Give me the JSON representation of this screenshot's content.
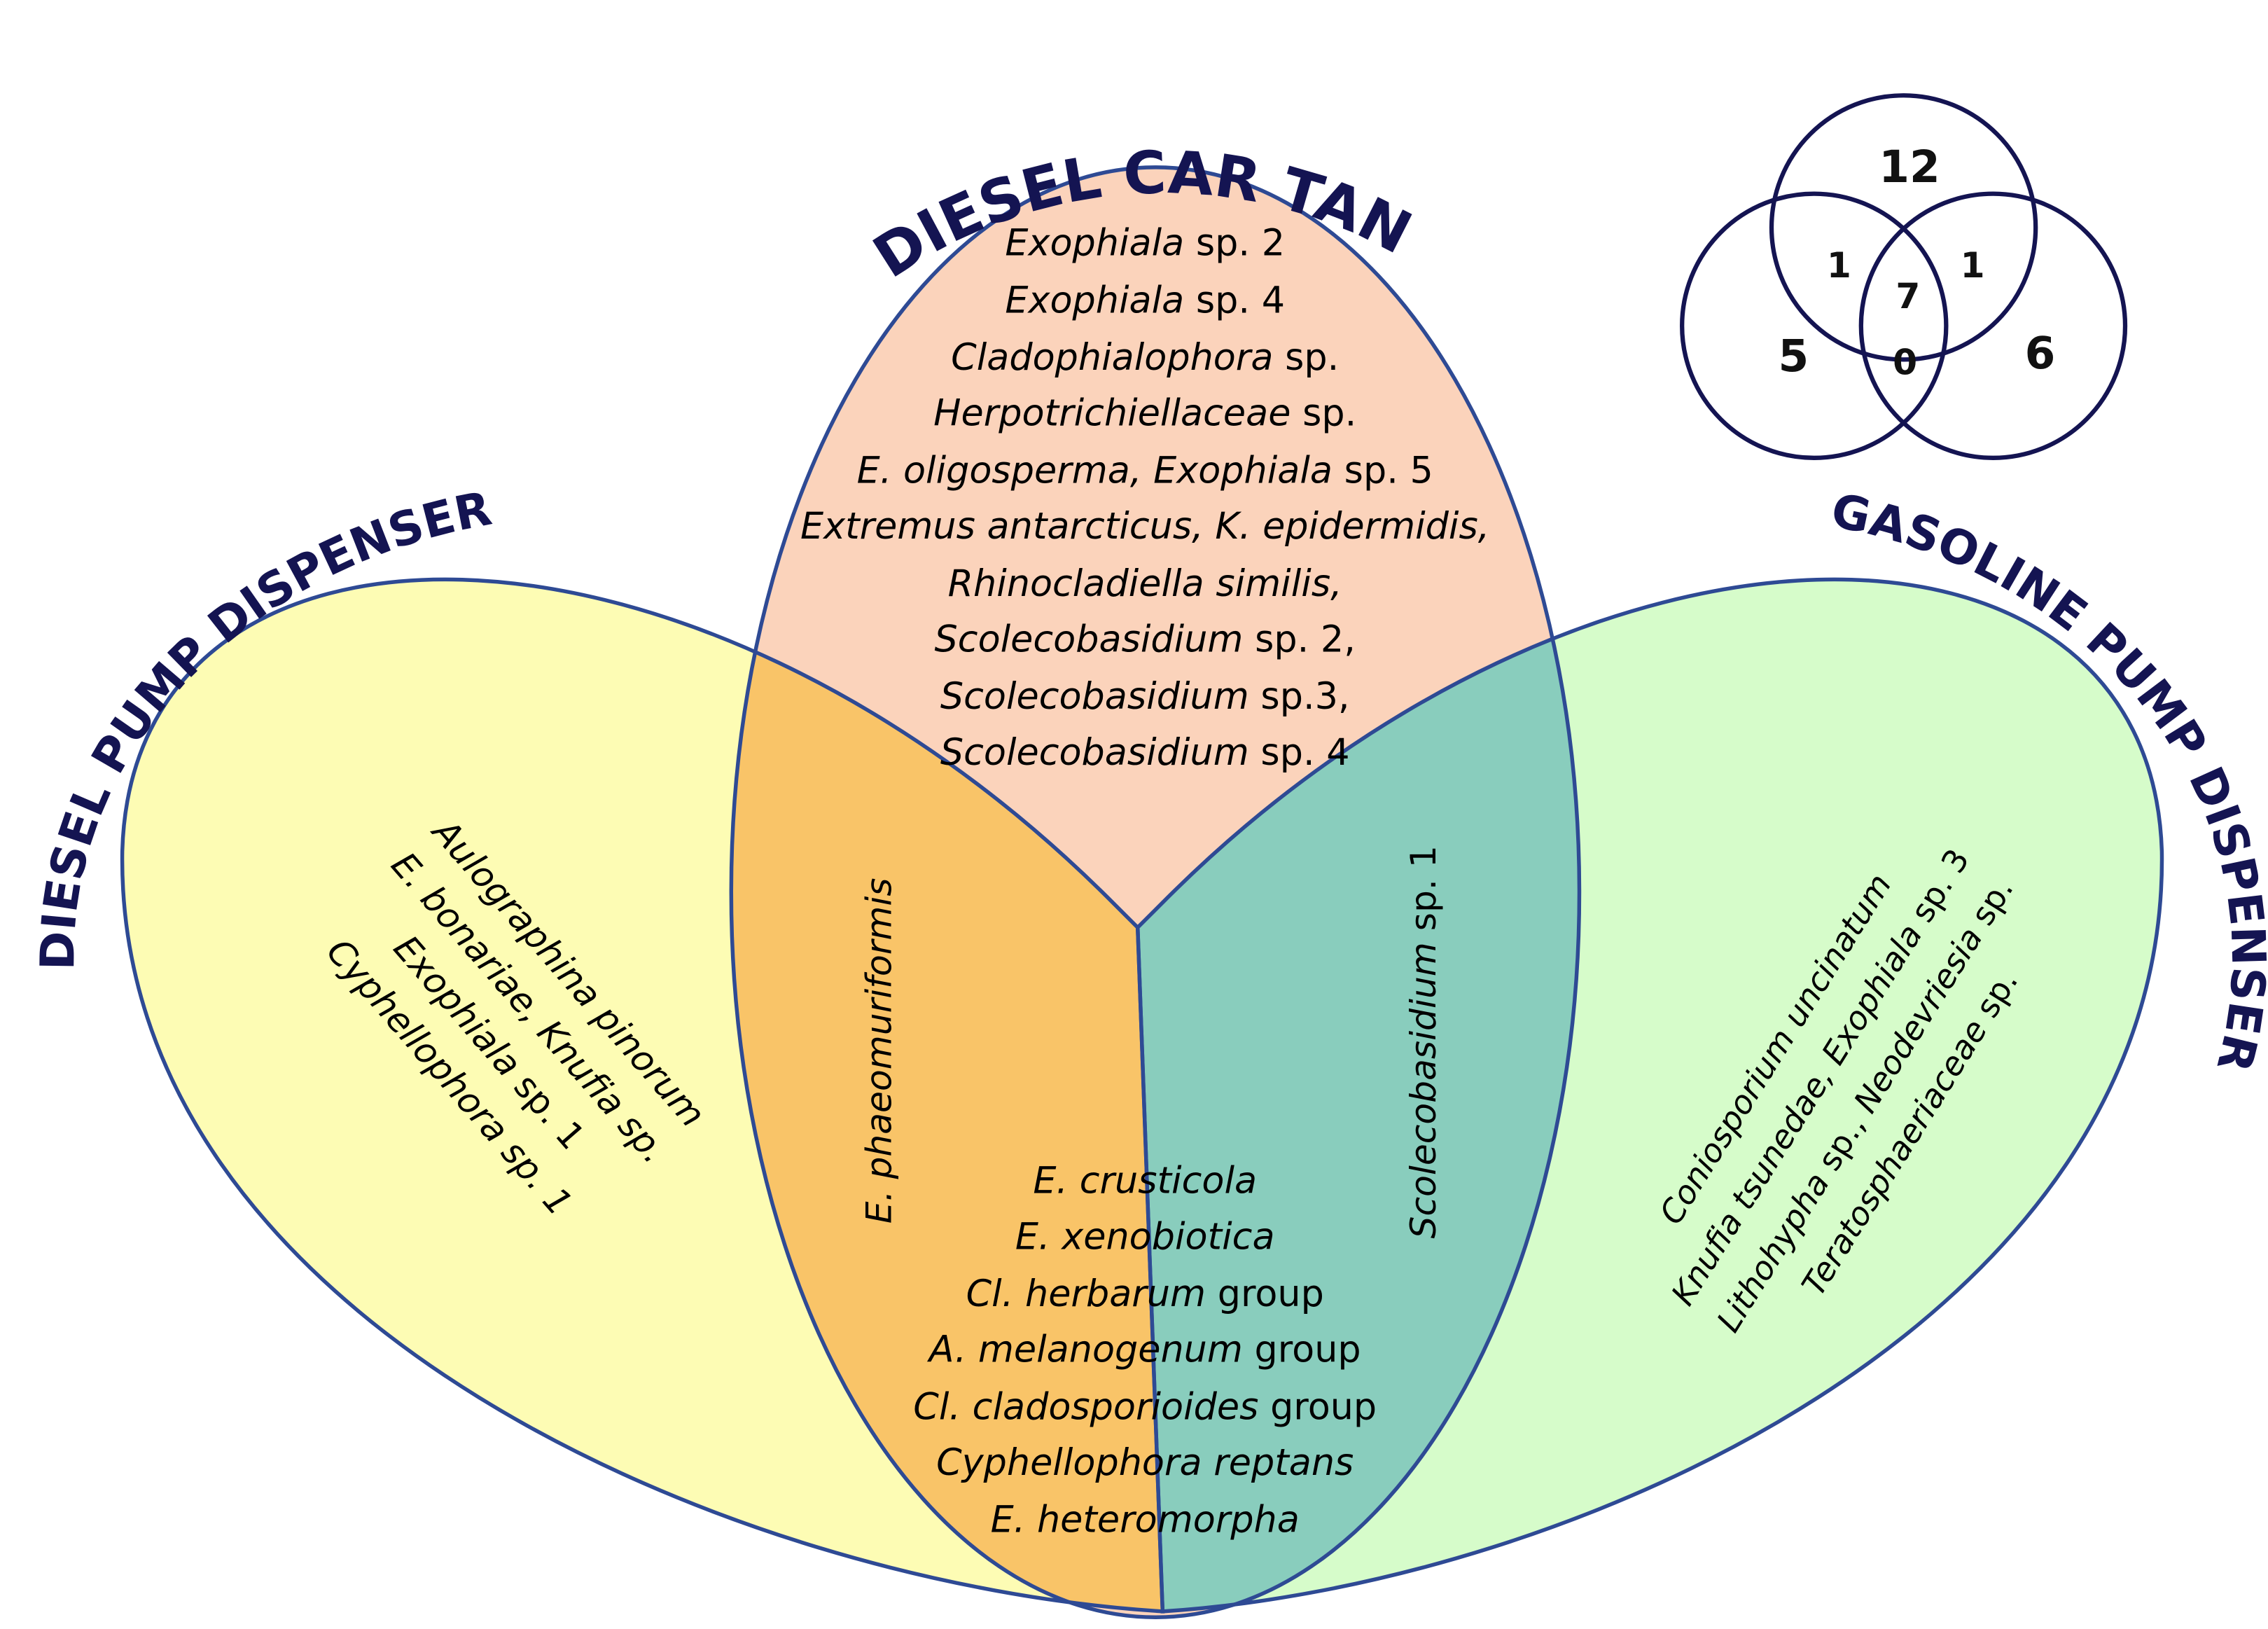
{
  "colors": {
    "outline": "#2e4a94",
    "dark_navy": "#141452",
    "diesel_pump_fill": "#fdfcb4",
    "car_tank_fill": "#fbd3bb",
    "gasoline_fill": "#d6fcca",
    "pump_tank_overlap": "#f9c468",
    "tank_gasoline_overlap": "#89cdbd",
    "center_fill": "#e2e64a"
  },
  "titles": {
    "diesel_car_tank": "DIESEL CAR TANK",
    "diesel_pump": "DIESEL PUMP DISPENSER",
    "gasoline_pump": "GASOLINE PUMP DISPENSER"
  },
  "mini_venn": {
    "top": "12",
    "left": "5",
    "right": "6",
    "top_left": "1",
    "top_right": "1",
    "center": "7",
    "left_right": "0"
  },
  "car_tank_only": [
    {
      "i": "Exophiala",
      "n": " sp. 2"
    },
    {
      "i": "Exophiala",
      "n": " sp. 4"
    },
    {
      "i": "Cladophialophora",
      "n": " sp."
    },
    {
      "i": "Herpotrichiellaceae",
      "n": " sp."
    },
    {
      "i": "E. oligosperma, Exophiala",
      "n": " sp. 5"
    },
    {
      "i": "Extremus antarcticus, K. epidermidis,",
      "n": ""
    },
    {
      "i": "Rhinocladiella similis,",
      "n": ""
    },
    {
      "i": "Scolecobasidium",
      "n": " sp. 2,"
    },
    {
      "i": "Scolecobasidium",
      "n": " sp.3,"
    },
    {
      "i": "Scolecobasidium",
      "n": " sp. 4"
    }
  ],
  "diesel_pump_only": [
    {
      "i": "Aulographina pinorum",
      "n": ""
    },
    {
      "i": "E. bonariae, Knufia sp.",
      "n": ""
    },
    {
      "i": "Exophiala",
      "n": " sp. 1"
    },
    {
      "i": "Cyphellophora sp. 1",
      "n": ""
    }
  ],
  "gasoline_only": [
    {
      "i": "Coniosporium uncinatum",
      "n": ""
    },
    {
      "i": "Knufia tsunedae, Exophiala",
      "n": " sp. 3"
    },
    {
      "i": "Lithohypha",
      "n": " sp., "
    },
    {
      "i": "Neodevriesia",
      "n": " sp."
    },
    {
      "i": "Teratosphaeriaceae",
      "n": " sp."
    }
  ],
  "pump_tank_overlap": {
    "i": "E. phaeomuriformis",
    "n": ""
  },
  "tank_gasoline_overlap": {
    "i": "Scolecobasidium",
    "n": " sp. 1"
  },
  "center": [
    {
      "i": "E. crusticola",
      "n": ""
    },
    {
      "i": "E. xenobiotica",
      "n": ""
    },
    {
      "i": "Cl. herbarum",
      "n": " group"
    },
    {
      "i": "A. melanogenum",
      "n": " group"
    },
    {
      "i": "Cl. cladosporioides",
      "n": " group"
    },
    {
      "i": "Cyphellophora reptans",
      "n": ""
    },
    {
      "i": "E. heteromorpha",
      "n": ""
    }
  ]
}
